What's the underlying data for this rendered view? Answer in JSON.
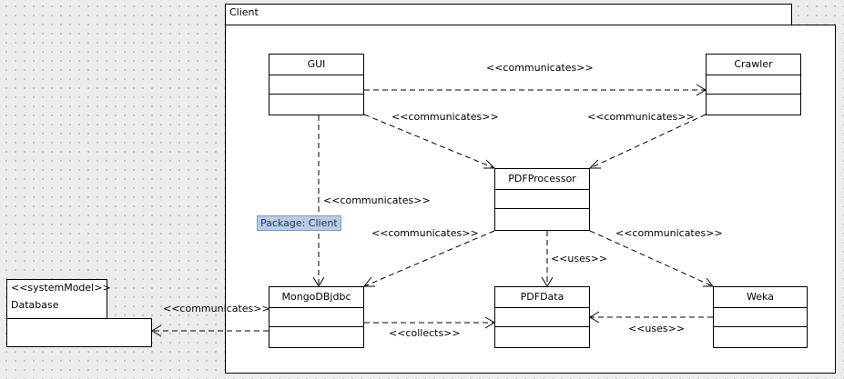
{
  "package": {
    "name": "Client",
    "tag": "Package: Client"
  },
  "database": {
    "stereotype": "<<systemModel>>",
    "name": "Database"
  },
  "classes": {
    "gui": "GUI",
    "crawler": "Crawler",
    "pdfprocessor": "PDFProcessor",
    "mongodbjdbc": "MongoDBjdbc",
    "pdfdata": "PDFData",
    "weka": "Weka"
  },
  "relations": {
    "gui_crawler": "<<communicates>>",
    "gui_pdfprocessor": "<<communicates>>",
    "crawler_pdfprocessor": "<<communicates>>",
    "gui_mongodbjdbc": "<<communicates>>",
    "pdfprocessor_mongodbjdbc": "<<communicates>>",
    "pdfprocessor_pdfdata": "<<uses>>",
    "pdfprocessor_weka": "<<communicates>>",
    "mongodbjdbc_database": "<<communicates>>",
    "mongodbjdbc_pdfdata": "<<collects>>",
    "weka_pdfdata": "<<uses>>"
  }
}
